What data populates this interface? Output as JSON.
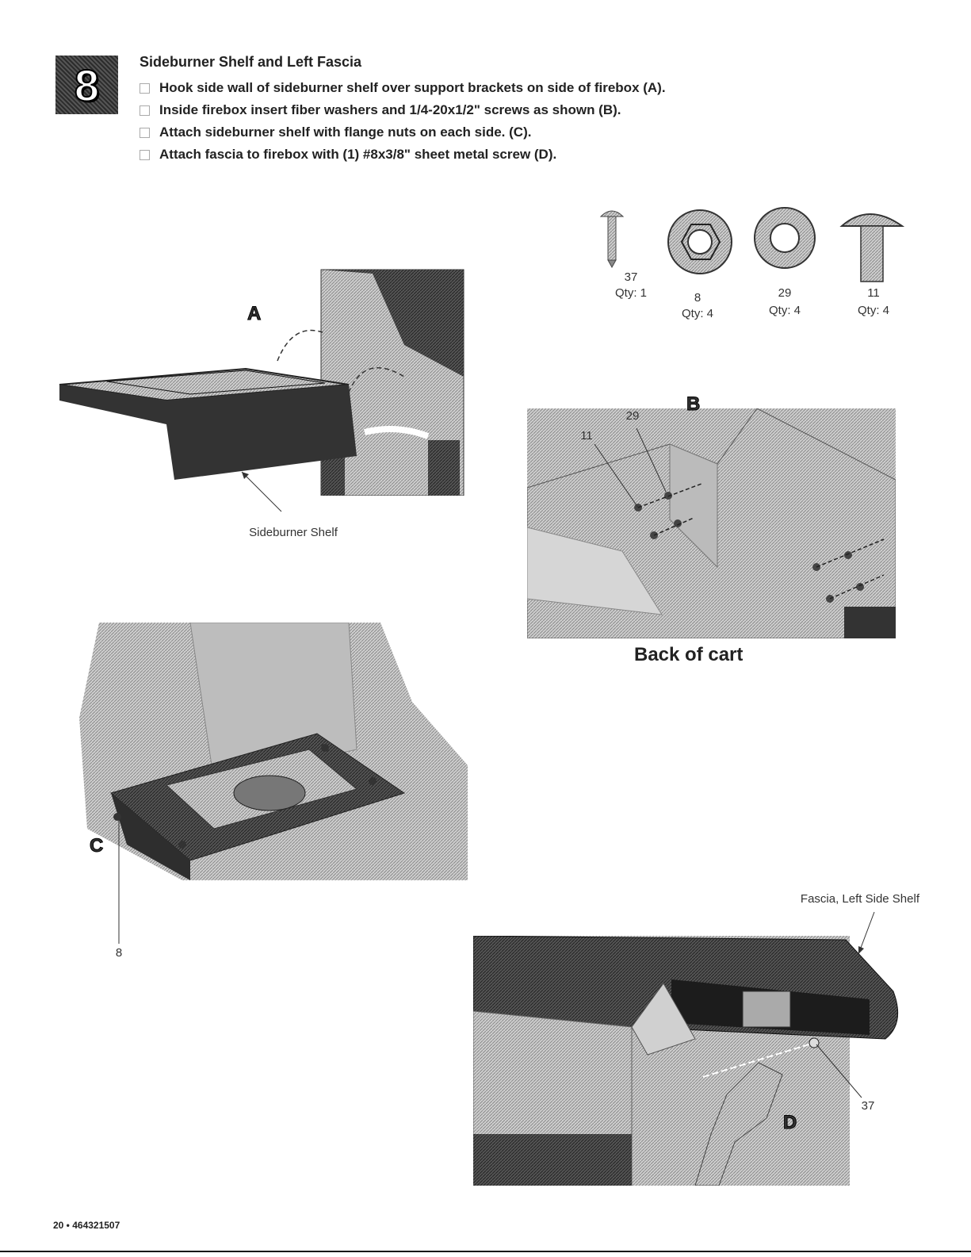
{
  "step_number": "8",
  "title": "Sideburner Shelf and Left Fascia",
  "instructions": [
    "Hook side wall of sideburner shelf over support brackets on side of firebox (A).",
    "Inside firebox insert fiber washers and 1/4-20x1/2\" screws as shown (B).",
    "Attach sideburner shelf with flange nuts on each side. (C).",
    "Attach fascia to firebox with (1) #8x3/8\" sheet metal screw (D)."
  ],
  "parts": [
    {
      "number": "37",
      "qty": "Qty: 1"
    },
    {
      "number": "8",
      "qty": "Qty: 4"
    },
    {
      "number": "29",
      "qty": "Qty: 4"
    },
    {
      "number": "11",
      "qty": "Qty: 4"
    }
  ],
  "figure_a": {
    "letter": "A",
    "callout": "Sideburner Shelf"
  },
  "figure_b": {
    "letter": "B",
    "callout_11": "11",
    "callout_29": "29",
    "caption": "Back of cart"
  },
  "figure_c": {
    "letter": "C",
    "callout": "8"
  },
  "figure_d": {
    "letter": "D",
    "callout_label": "Fascia, Left Side Shelf",
    "callout_num": "37"
  },
  "footer": "20 • 464321507"
}
